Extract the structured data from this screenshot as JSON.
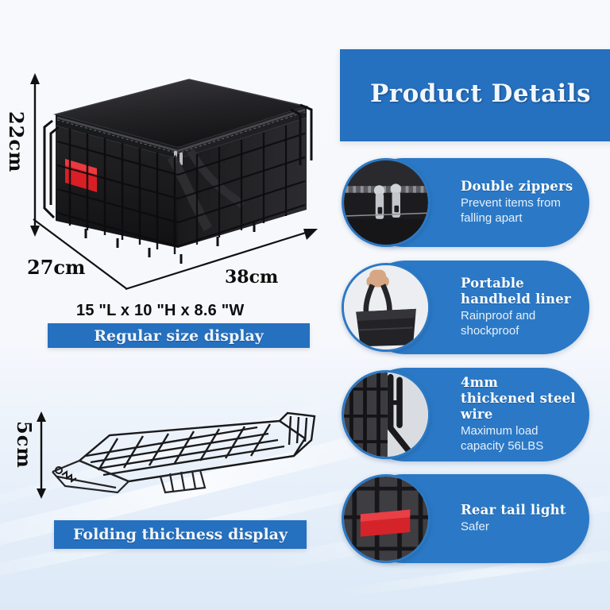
{
  "page": {
    "background_color": "#f4f7fb",
    "accent_blue": "#2570bf",
    "pill_blue": "#2b79c6"
  },
  "header": {
    "title": "Product Details"
  },
  "features": [
    {
      "id": "double-zippers",
      "title": "Double zippers",
      "subtitle": "Prevent items from falling apart",
      "thumb_icon": "zipper-pulls-photo"
    },
    {
      "id": "portable-handheld-liner",
      "title": "Portable handheld liner",
      "subtitle": "Rainproof and shockproof",
      "thumb_icon": "handheld-liner-photo"
    },
    {
      "id": "steel-wire",
      "title": "4mm thickened steel wire",
      "subtitle": "Maximum load capacity 56LBS",
      "thumb_icon": "steel-wire-photo"
    },
    {
      "id": "rear-tail-light",
      "title": "Rear tail light",
      "subtitle": "Safer",
      "thumb_icon": "red-reflector-photo"
    }
  ],
  "diagram_regular": {
    "height_label": "22cm",
    "depth_label": "27cm",
    "width_label": "38cm",
    "imperial_label": "15 \"L x 10 \"H x 8.6 \"W",
    "caption": "Regular size display",
    "photo_icon": "black-bike-basket-with-cover-photo"
  },
  "diagram_folded": {
    "thickness_label": "5cm",
    "caption": "Folding thickness display",
    "photo_icon": "folded-wire-basket-photo"
  },
  "colors": {
    "reflector_red": "#d91f25",
    "basket_black": "#1b1b1d",
    "zipper_silver": "#c9ccd1"
  }
}
